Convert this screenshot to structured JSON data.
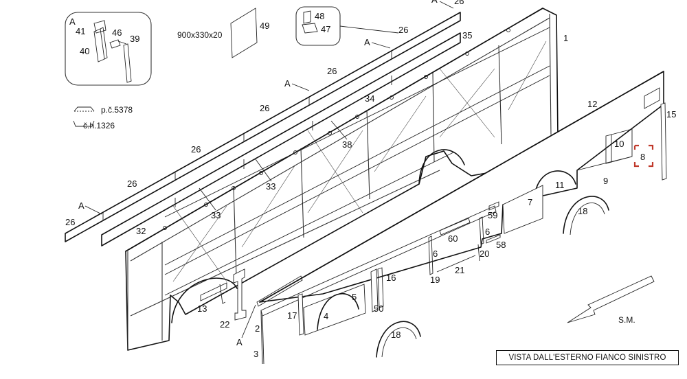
{
  "caption": "VISTA DALL'ESTERNO FIANCO SINISTRO",
  "legend": {
    "item_1": "p.č.5378",
    "item_2": "č.h.1326"
  },
  "dimension_note": "900x330x20",
  "direction_label": "S.M.",
  "section_label": "A",
  "callouts": {
    "c1": "1",
    "c2": "2",
    "c3": "3",
    "c4": "4",
    "c5": "5",
    "c6": "6",
    "c7": "7",
    "c8": "8",
    "c9": "9",
    "c10": "10",
    "c11": "11",
    "c12": "12",
    "c13": "13",
    "c15": "15",
    "c16": "16",
    "c17": "17",
    "c18": "18",
    "c19": "19",
    "c20": "20",
    "c21": "21",
    "c22": "22",
    "c26": "26",
    "c32": "32",
    "c33": "33",
    "c34": "34",
    "c35": "35",
    "c38": "38",
    "c39": "39",
    "c40": "40",
    "c41": "41",
    "c46": "46",
    "c47": "47",
    "c48": "48",
    "c49": "49",
    "c50": "50",
    "c58": "58",
    "c59": "59",
    "c60": "60"
  }
}
